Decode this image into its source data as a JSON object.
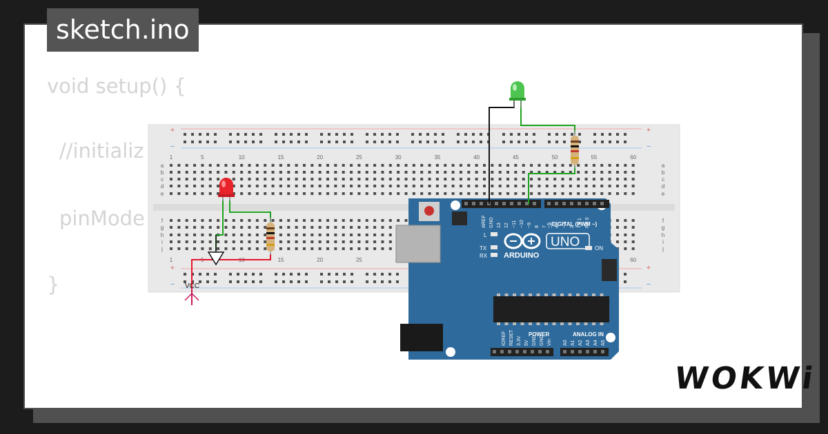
{
  "tab_title": "sketch.ino",
  "code_lines": [
    "void setup() {",
    "//initializ",
    "pinMode",
    "}"
  ],
  "breadboard": {
    "plus": "+",
    "minus": "−",
    "col_numbers": [
      "1",
      "5",
      "10",
      "15",
      "20",
      "25",
      "30",
      "35",
      "40",
      "45",
      "50",
      "55",
      "60"
    ],
    "row_letters_top": [
      "a",
      "b",
      "c",
      "d",
      "e"
    ],
    "row_letters_bottom": [
      "f",
      "g",
      "h",
      "i",
      "j"
    ]
  },
  "vcc_label": "VCC",
  "arduino": {
    "brand": "ARDUINO",
    "model": "UNO",
    "digital_label": "DIGITAL (PWM ~)",
    "power_label": "POWER",
    "analog_label": "ANALOG IN",
    "on_label": "ON",
    "l_label": "L",
    "tx_label": "TX",
    "rx_label": "RX",
    "top_pins": [
      "AREF",
      "GND",
      "13",
      "12",
      "~11",
      "~10",
      "~9",
      "8",
      "7",
      "~6",
      "~5",
      "4",
      "~3",
      "2",
      "TX 1",
      "RX 0"
    ],
    "power_pins": [
      "IOREF",
      "RESET",
      "3.3V",
      "5V",
      "GND",
      "GND",
      "Vin"
    ],
    "analog_pins": [
      "A0",
      "A1",
      "A2",
      "A3",
      "A4",
      "A5"
    ]
  },
  "logo_text": "WOKWi",
  "colors": {
    "board_blue": "#2e6a9b",
    "breadboard": "#eaeaea",
    "led_red": "#e8232a",
    "led_green": "#4dc44f",
    "wire_green": "#1ea31e",
    "wire_red": "#e5142b",
    "wire_black": "#111111"
  }
}
